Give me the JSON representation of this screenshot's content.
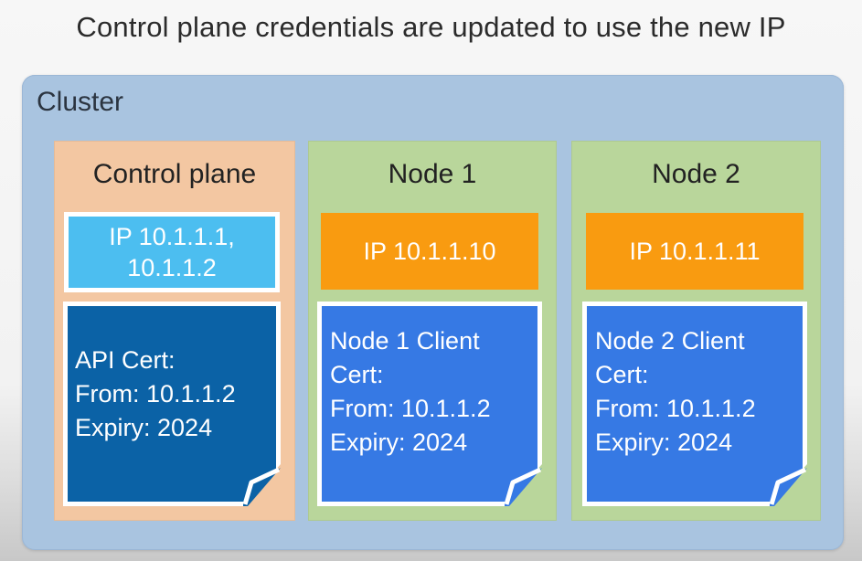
{
  "title": "Control plane credentials are updated to use the new IP",
  "cluster": {
    "label": "Cluster"
  },
  "control_plane": {
    "title": "Control plane",
    "ip_lines": [
      "IP 10.1.1.1,",
      "10.1.1.2"
    ],
    "cert_lines": [
      "API Cert:",
      "From: 10.1.1.2",
      "Expiry: 2024"
    ]
  },
  "node1": {
    "title": "Node 1",
    "ip": "IP 10.1.1.10",
    "cert_lines": [
      "Node 1 Client",
      "Cert:",
      "From: 10.1.1.2",
      "Expiry: 2024"
    ]
  },
  "node2": {
    "title": "Node 2",
    "ip": "IP 10.1.1.11",
    "cert_lines": [
      "Node 2 Client",
      "Cert:",
      "From: 10.1.1.2",
      "Expiry: 2024"
    ]
  },
  "colors": {
    "cluster_bg": "#a9c4e0",
    "control_plane_bg": "#f3c7a2",
    "node_bg": "#b9d69b",
    "cp_ip_bg": "#4cbef0",
    "node_ip_bg": "#f99b10",
    "api_cert_bg": "#0b62a6",
    "client_cert_bg": "#3679e4"
  },
  "icons": {
    "cert_corner": "folded-corner-icon"
  }
}
